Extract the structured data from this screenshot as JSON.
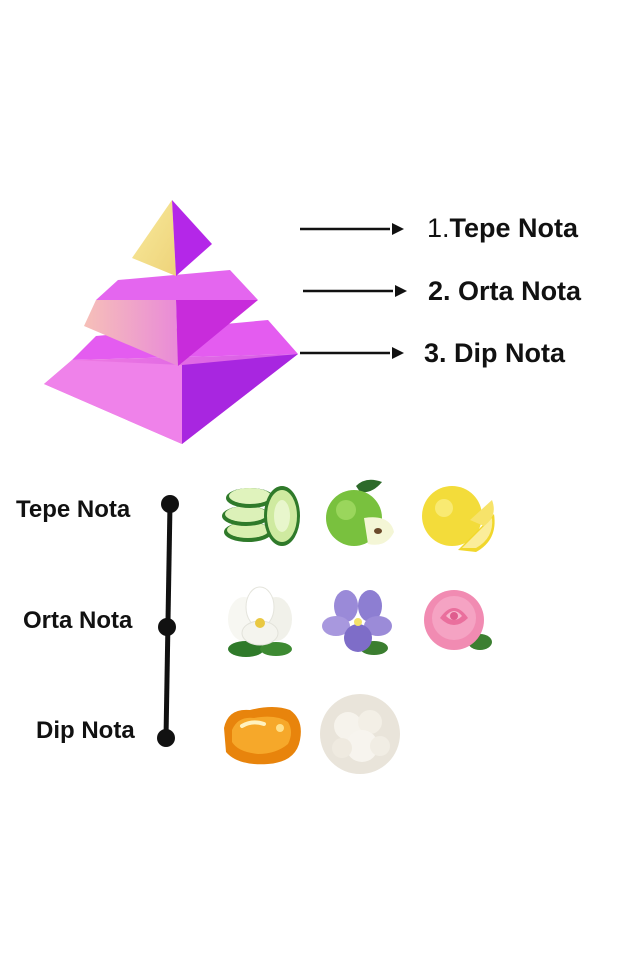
{
  "pyramid": {
    "colors": {
      "top_light": "#f3e08c",
      "top_dark": "#b326e6",
      "mid_front": "#f0a7d3",
      "mid_right": "#c52ad8",
      "mid_top": "#e25ff0",
      "base_front": "#e870e8",
      "base_right": "#a522e0",
      "base_top": "#de58ec"
    },
    "labels": [
      {
        "num": "1.",
        "text": "Tepe Nota"
      },
      {
        "num": "2.",
        "text": "Orta Nota"
      },
      {
        "num": "3.",
        "text": "Dip Nota"
      }
    ]
  },
  "timeline": {
    "labels": [
      "Tepe Nota",
      "Orta Nota",
      "Dip Nota"
    ]
  },
  "ingredients": {
    "top": [
      "cucumber-icon",
      "green-apple-icon",
      "grapefruit-icon"
    ],
    "middle": [
      "magnolia-icon",
      "violet-icon",
      "rose-icon"
    ],
    "base": [
      "amber-icon",
      "musk-icon"
    ]
  }
}
